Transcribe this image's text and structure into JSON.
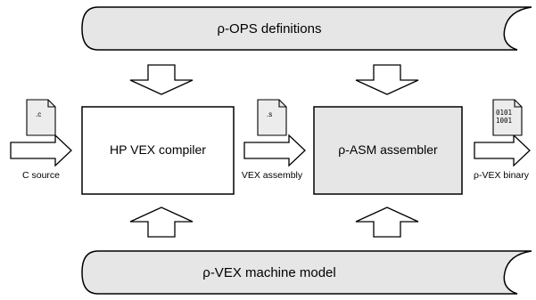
{
  "banners": {
    "top": "ρ-OPS definitions",
    "bottom": "ρ-VEX machine model"
  },
  "boxes": {
    "compiler": "HP VEX compiler",
    "assembler": "ρ-ASM assembler"
  },
  "files": {
    "c_ext": ".c",
    "s_ext": ".s",
    "bin_line1": "0101",
    "bin_line2": "1001"
  },
  "flow_labels": {
    "c_source": "C source",
    "vex_assembly": "VEX assembly",
    "vex_binary": "ρ-VEX binary"
  },
  "colors": {
    "banner_fill": "#e6e6e6",
    "assembler_fill": "#e6e6e6",
    "compiler_fill": "#ffffff",
    "stroke": "#000000"
  }
}
